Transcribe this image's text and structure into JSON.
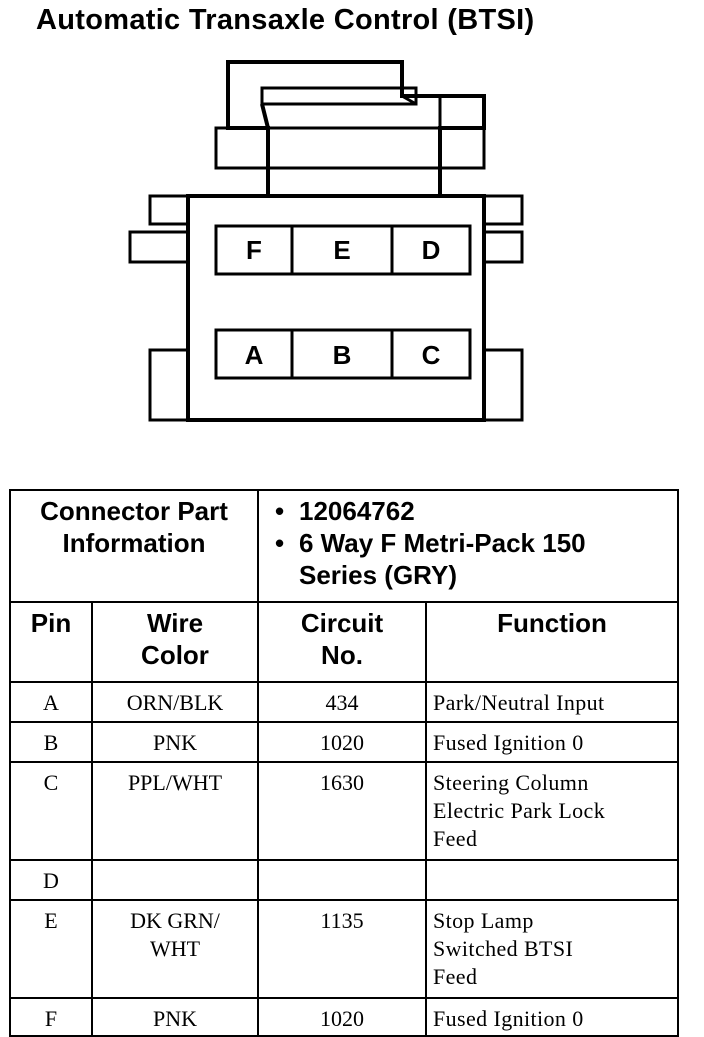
{
  "title": "Automatic Transaxle Control (BTSI)",
  "connector": {
    "top_row_pins": [
      "F",
      "E",
      "D"
    ],
    "bottom_row_pins": [
      "A",
      "B",
      "C"
    ]
  },
  "part_info": {
    "label_line1": "Connector Part",
    "label_line2": "Information",
    "part_number": "12064762",
    "description_line1": "6 Way F Metri-Pack 150",
    "description_line2": "Series (GRY)"
  },
  "columns": {
    "pin": "Pin",
    "wire_color_line1": "Wire",
    "wire_color_line2": "Color",
    "circuit_line1": "Circuit",
    "circuit_line2": "No.",
    "function": "Function"
  },
  "rows": [
    {
      "pin": "A",
      "wire_color": [
        "ORN/BLK"
      ],
      "circuit": "434",
      "function": [
        "Park/Neutral Input"
      ]
    },
    {
      "pin": "B",
      "wire_color": [
        "PNK"
      ],
      "circuit": "1020",
      "function": [
        "Fused Ignition 0"
      ]
    },
    {
      "pin": "C",
      "wire_color": [
        "PPL/WHT"
      ],
      "circuit": "1630",
      "function": [
        "Steering Column",
        "Electric Park Lock",
        "Feed"
      ]
    },
    {
      "pin": "D",
      "wire_color": [
        ""
      ],
      "circuit": "",
      "function": [
        ""
      ]
    },
    {
      "pin": "E",
      "wire_color": [
        "DK GRN/",
        "WHT"
      ],
      "circuit": "1135",
      "function": [
        "Stop Lamp",
        "Switched BTSI",
        "Feed"
      ]
    },
    {
      "pin": "F",
      "wire_color": [
        "PNK"
      ],
      "circuit": "1020",
      "function": [
        "Fused Ignition 0"
      ]
    }
  ]
}
